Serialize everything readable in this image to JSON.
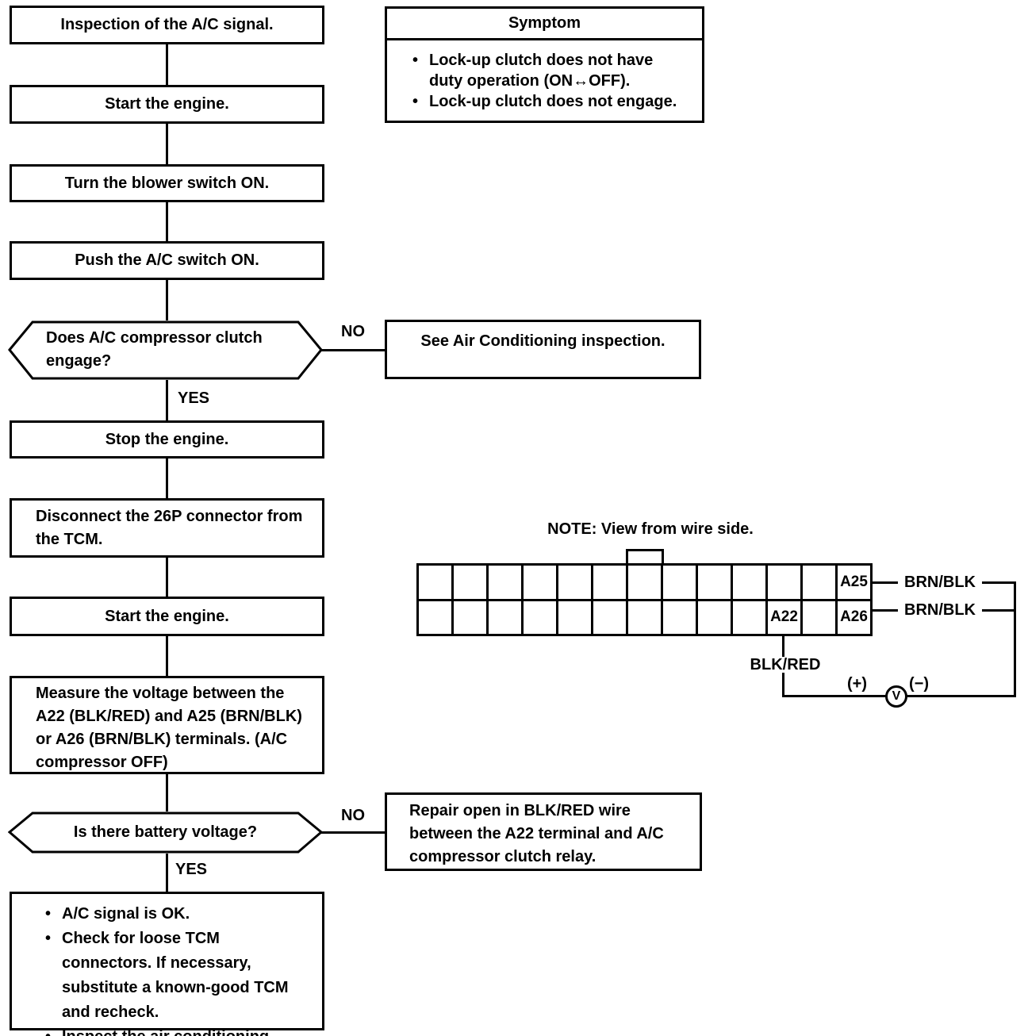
{
  "glyphs": {
    "bullet": "•"
  },
  "labels": {
    "yes": "YES",
    "no": "NO"
  },
  "flow": {
    "step_title": "Inspection of the A/C signal.",
    "step_start_engine_1": "Start the engine.",
    "step_blower_on": "Turn the blower switch ON.",
    "step_ac_switch_on": "Push the A/C switch ON.",
    "decision_clutch": "Does A/C compressor clutch engage?",
    "decision_clutch_no_result": "See Air Conditioning inspection.",
    "step_stop_engine": "Stop the engine.",
    "step_disconnect": "Disconnect the 26P connector from the TCM.",
    "step_start_engine_2": "Start the engine.",
    "step_measure": "Measure the voltage between the A22 (BLK/RED) and A25 (BRN/BLK) or A26 (BRN/BLK) terminals. (A/C compressor OFF)",
    "decision_voltage": "Is there battery voltage?",
    "decision_voltage_no_result": "Repair open in BLK/RED wire between the A22 terminal and A/C compressor clutch relay.",
    "result_items": [
      "A/C signal is OK.",
      "Check for loose TCM connectors. If necessary, substitute a known-good TCM and recheck.",
      "Inspect the air conditioning."
    ]
  },
  "symptom": {
    "title": "Symptom",
    "items": [
      "Lock-up clutch does not have duty operation (ON↔OFF).",
      "Lock-up clutch does not engage."
    ]
  },
  "connector": {
    "note": "NOTE: View from wire side.",
    "pins": {
      "a25": "A25",
      "a22": "A22",
      "a26": "A26"
    },
    "wires": {
      "top": "BRN/BLK",
      "middle": "BRN/BLK",
      "a22_wire": "BLK/RED"
    },
    "meter": {
      "plus": "(+)",
      "minus": "(−)",
      "label": "V"
    }
  }
}
